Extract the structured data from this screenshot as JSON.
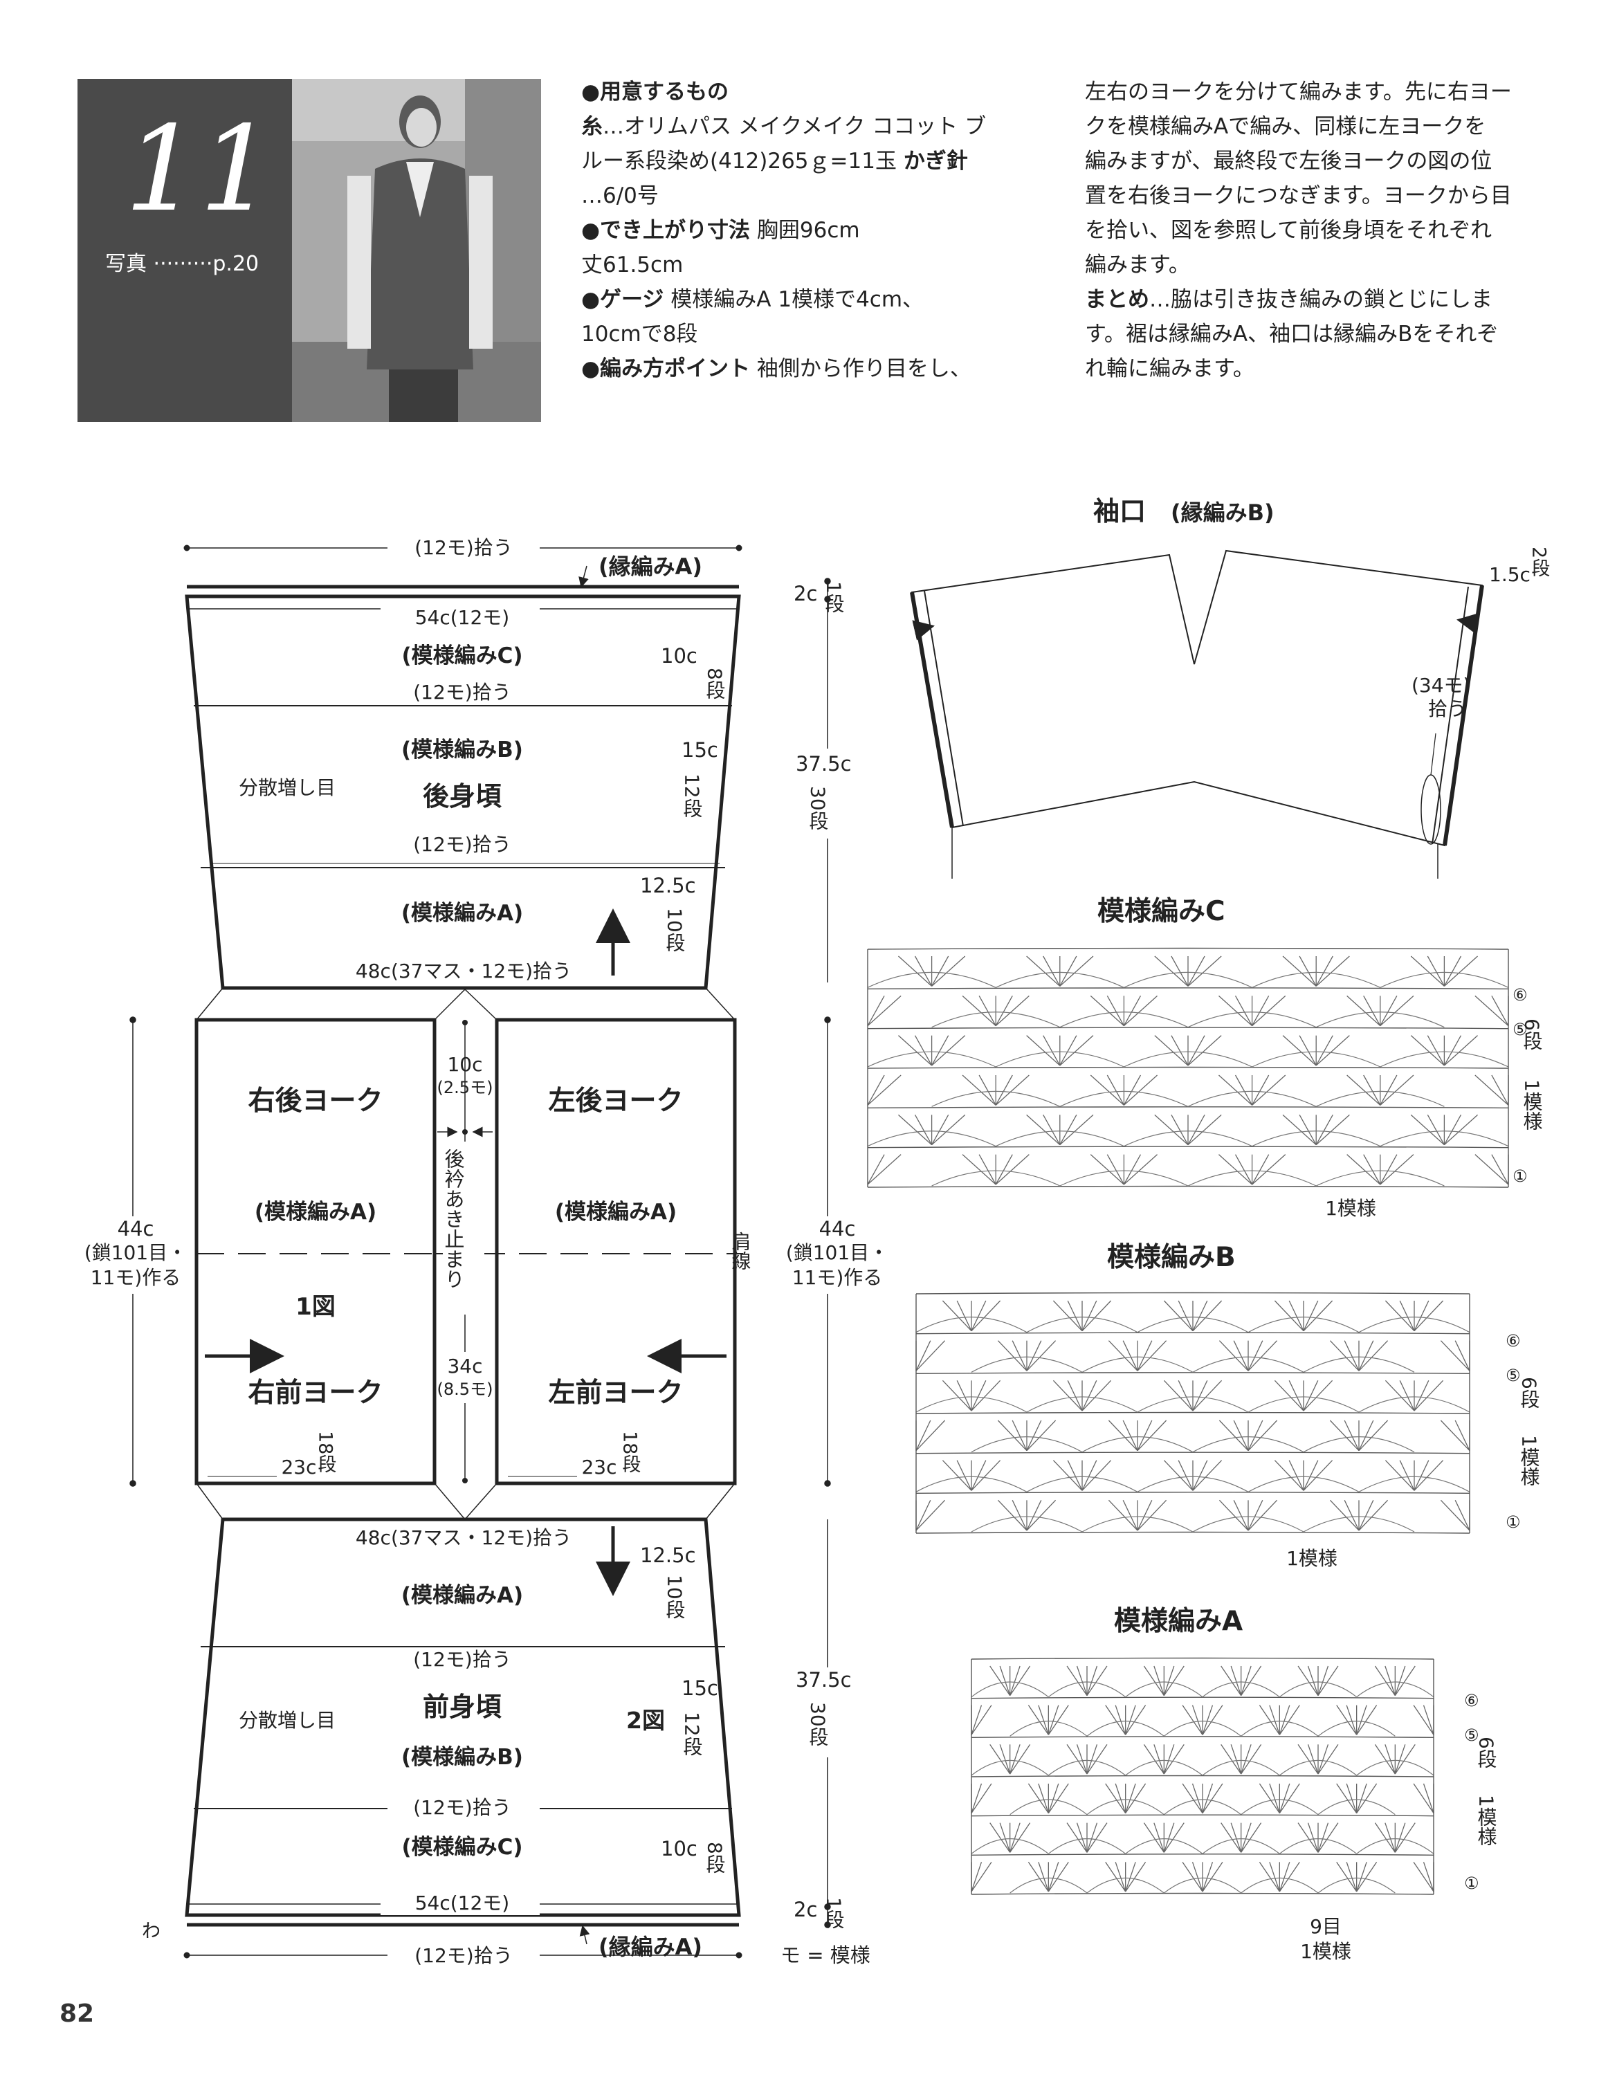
{
  "header": {
    "pattern_number": "11",
    "photo_ref": "写真 ·········p.20",
    "col1": [
      {
        "b": "●用意するもの",
        "t": ""
      },
      {
        "b": "糸",
        "t": "…オリムパス メイクメイク ココット ブ"
      },
      {
        "b": "",
        "t": "ルー系段染め(412)265ｇ=11玉 ",
        "b2": "かぎ針"
      },
      {
        "b": "",
        "t": "…6/0号"
      },
      {
        "b": "●でき上がり寸法",
        "t": " 胸囲96cm"
      },
      {
        "b": "",
        "t": "丈61.5cm"
      },
      {
        "b": "●ゲージ",
        "t": " 模様編みA 1模様で4cm、"
      },
      {
        "b": "",
        "t": "10cmで8段"
      },
      {
        "b": "●編み方ポイント",
        "t": " 袖側から作り目をし、"
      }
    ],
    "col2": [
      {
        "b": "",
        "t": "左右のヨークを分けて編みます。先に右ヨー"
      },
      {
        "b": "",
        "t": "クを模様編みAで編み、同様に左ヨークを"
      },
      {
        "b": "",
        "t": "編みますが、最終段で左後ヨークの図の位"
      },
      {
        "b": "",
        "t": "置を右後ヨークにつなぎます。ヨークから目"
      },
      {
        "b": "",
        "t": "を拾い、図を参照して前後身頃をそれぞれ"
      },
      {
        "b": "",
        "t": "編みます。"
      },
      {
        "b": "まとめ",
        "t": "…脇は引き抜き編みの鎖とじにしま"
      },
      {
        "b": "",
        "t": "す。裾は縁編みA、袖口は縁編みBをそれぞ"
      },
      {
        "b": "",
        "t": "れ輪に編みます。"
      }
    ]
  },
  "schematic": {
    "top_pickup": "(12モ)拾う",
    "edge_a": "(縁編みA)",
    "back_54": "54c(12モ)",
    "pattern_c": "(模様編みC)",
    "back_10c": "10c",
    "rows_8": "8段",
    "pickup_12": "(12モ)拾う",
    "pattern_b": "(模様編みB)",
    "back_body": "後身頃",
    "increase": "分散増し目",
    "back_15c": "15c",
    "rows_12": "12段",
    "pattern_a": "(模様編みA)",
    "back_125c": "12.5c",
    "rows_10": "10段",
    "pickup_48": "48c(37マス・12モ)拾う",
    "dim_2c": "2c",
    "rows_1": "1段",
    "dim_375c": "37.5c",
    "rows_30": "30段",
    "right_back_yoke": "右後ヨーク",
    "left_back_yoke": "左後ヨーク",
    "dim_10c": "10c",
    "dim_25mo": "(2.5モ)",
    "collar_stop": "後衿あき止まり",
    "yoke_pattern_a": "(模様編みA)",
    "dim_44c": "44c",
    "chain_101": "(鎖101目・",
    "make_11": "11モ)作る",
    "shoulder_line": "肩線",
    "fig1": "1図",
    "right_front_yoke": "右前ヨーク",
    "left_front_yoke": "左前ヨーク",
    "dim_34c": "34c",
    "dim_85mo": "(8.5モ)",
    "dim_23c": "23c",
    "rows_18": "18段",
    "front_body": "前身頃",
    "fig2": "2図",
    "wa": "わ",
    "legend": "モ = 模様"
  },
  "cuff": {
    "title": "袖口",
    "subtitle": "(縁編みB)",
    "dim_15c": "1.5c",
    "rows_2": "2段",
    "pickup_34": "(34モ)",
    "pickup": "拾う"
  },
  "charts": {
    "c_title": "模様編みC",
    "b_title": "模様編みB",
    "a_title": "模様編みA",
    "rows_6": "6段",
    "one_pattern": "1模様",
    "nine_stitches": "9目",
    "row_6": "⑥",
    "row_5": "⑤",
    "row_1": "①"
  },
  "page_number": "82"
}
